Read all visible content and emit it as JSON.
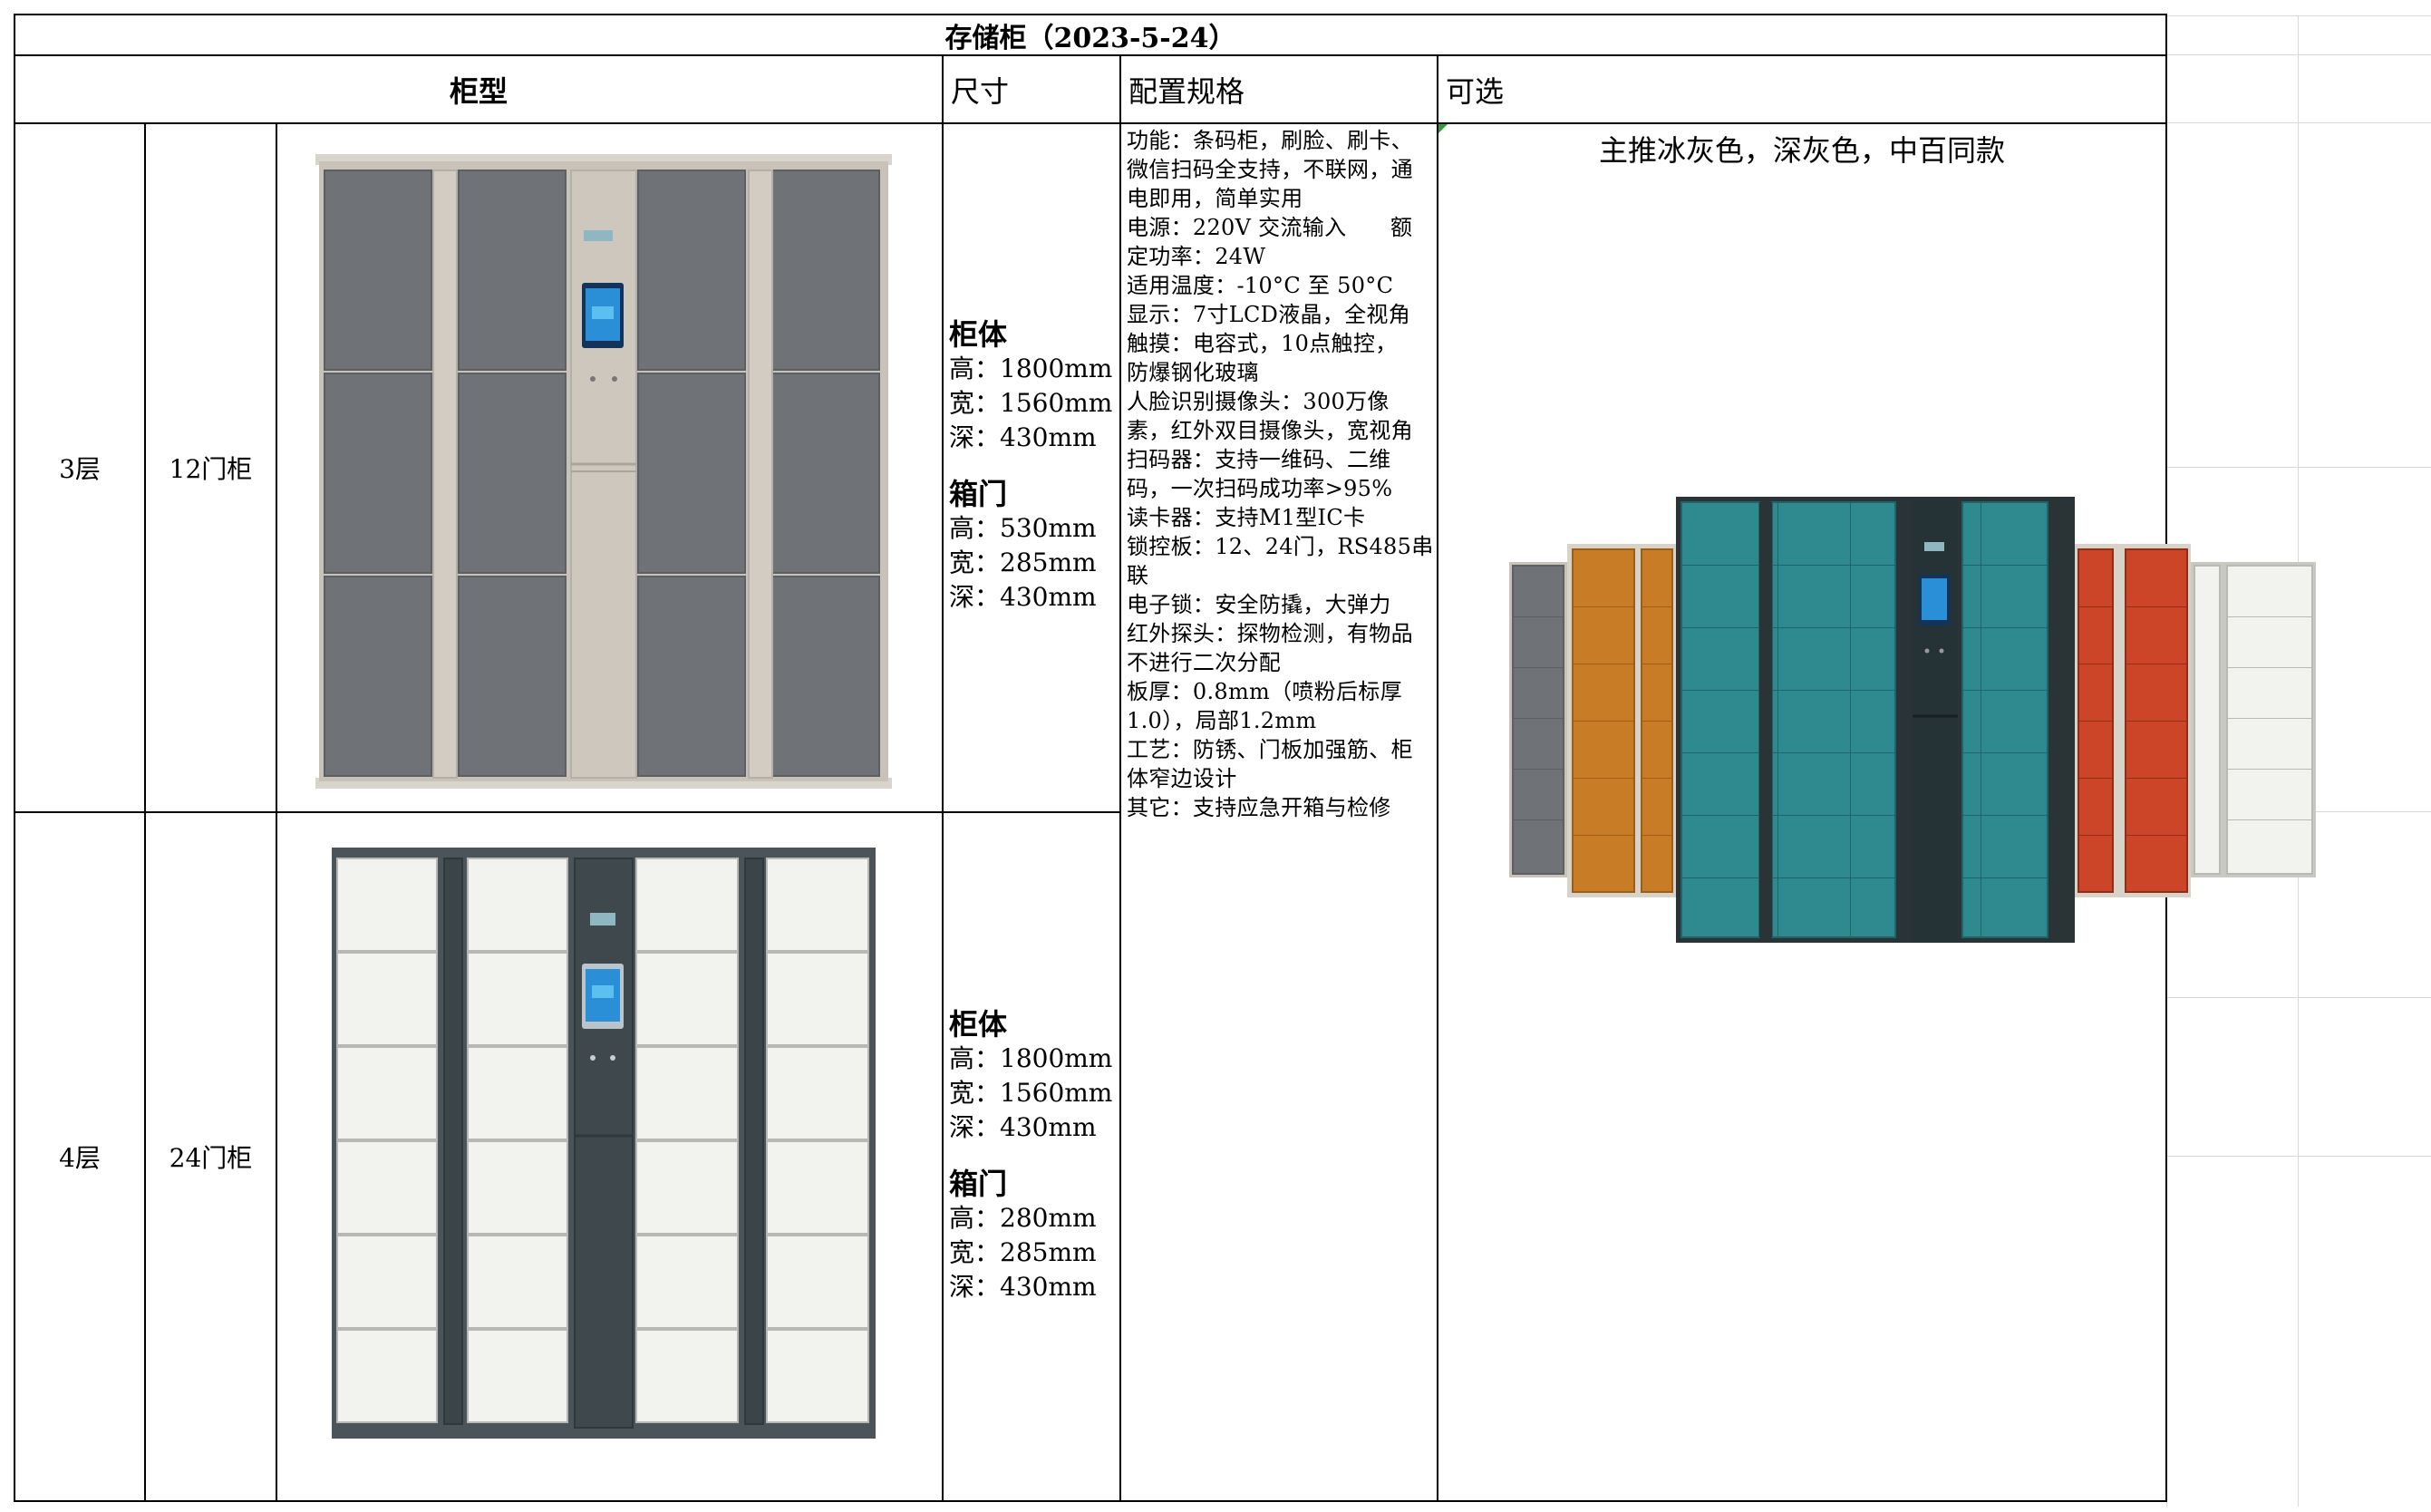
{
  "sheet": {
    "title": "存储柜（2023-5-24）",
    "headers": {
      "type": "柜型",
      "size": "尺寸",
      "spec": "配置规格",
      "optional": "可选"
    }
  },
  "rows": [
    {
      "layers": "3层",
      "doors": "12门柜",
      "body_label": "柜体",
      "body_h": "高：1800mm",
      "body_w": "宽：1560mm",
      "body_d": "深：430mm",
      "box_label": "箱门",
      "box_h": "高：530mm",
      "box_w": "宽：285mm",
      "box_d": "深：430mm"
    },
    {
      "layers": "4层",
      "doors": "24门柜",
      "body_label": "柜体",
      "body_h": "高：1800mm",
      "body_w": "宽：1560mm",
      "body_d": "深：430mm",
      "box_label": "箱门",
      "box_h": "高：280mm",
      "box_w": "宽：285mm",
      "box_d": "深：430mm"
    }
  ],
  "spec_lines": [
    "功能：条码柜，刷脸、刷卡、",
    "微信扫码全支持，不联网，通",
    "电即用，简单实用",
    "电源：220V 交流输入　　额",
    "定功率：24W",
    "适用温度：-10°C 至 50°C",
    "显示：7寸LCD液晶，全视角",
    "触摸：电容式，10点触控，",
    "防爆钢化玻璃",
    "人脸识别摄像头：300万像",
    "素，红外双目摄像头，宽视角",
    "扫码器：支持一维码、二维",
    "码，一次扫码成功率>95%",
    "读卡器：支持M1型IC卡",
    "锁控板：12、24门，RS485串",
    "联",
    "电子锁：安全防撬，大弹力",
    "红外探头：探物检测，有物品",
    "不进行二次分配",
    "板厚：0.8mm（喷粉后标厚",
    "1.0），局部1.2mm",
    "工艺：防锈、门板加强筋、柜",
    "体窄边设计",
    "其它：支持应急开箱与检修"
  ],
  "optional_note": "主推冰灰色，深灰色，中百同款",
  "colors": {
    "cabinet_gray_frame": "#c8c2b8",
    "cabinet_gray_door": "#6f7377",
    "cabinet_dark_frame": "#4a5459",
    "cabinet_white_door": "#f2f2ee",
    "teal": "#2f8a90",
    "orange": "#c87c26",
    "red": "#cc4528",
    "screen": "#2a8fd6"
  }
}
